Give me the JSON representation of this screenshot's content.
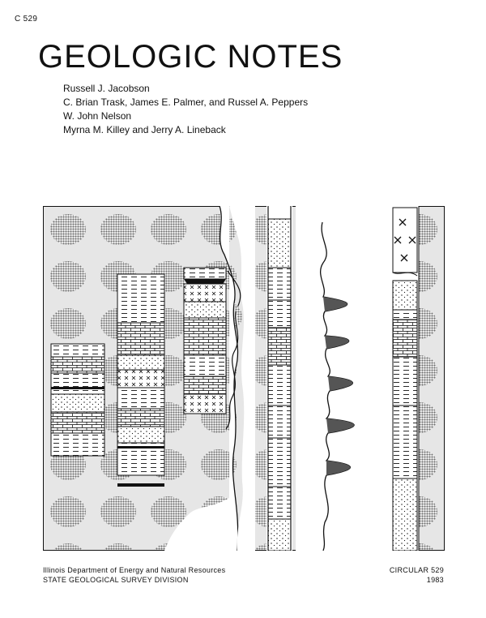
{
  "document": {
    "code": "C 529",
    "title": "GEOLOGIC NOTES",
    "authors": [
      "Russell J. Jacobson",
      "C. Brian Trask, James E. Palmer, and Russel A. Peppers",
      "W. John Nelson",
      "Myrna M. Killey and Jerry A. Lineback"
    ]
  },
  "cover_art": {
    "description_icon": "stratigraphic-columns-illustration",
    "colors": {
      "ink": "#111111",
      "shade": "#8a8a8a",
      "paper": "#ffffff"
    }
  },
  "footer": {
    "agency_line_1": "Illinois Department of Energy and Natural Resources",
    "agency_line_2": "STATE GEOLOGICAL SURVEY DIVISION",
    "series": "CIRCULAR 529",
    "year": "1983"
  }
}
